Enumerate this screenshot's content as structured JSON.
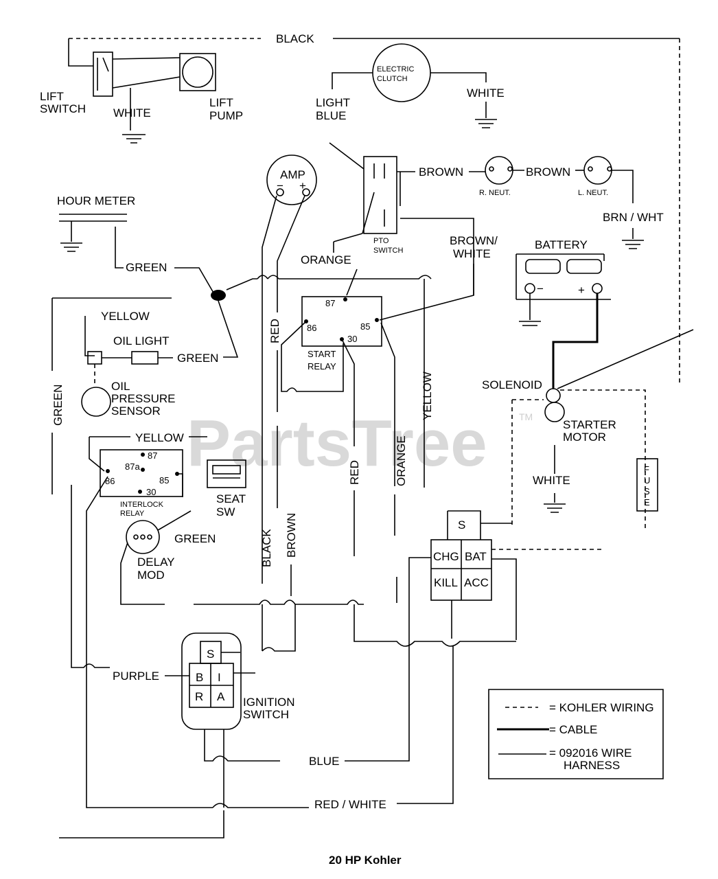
{
  "watermark": "PartsTree",
  "trademark": "TM",
  "caption": "20 HP Kohler",
  "wires": {
    "black_top": "BLACK",
    "white_lift": "WHITE",
    "light_blue_1": "LIGHT",
    "light_blue_2": "BLUE",
    "white_clutch": "WHITE",
    "brown_1": "BROWN",
    "brown_2": "BROWN",
    "brn_wht": "BRN / WHT",
    "brown_white_1": "BROWN/",
    "brown_white_2": "WHITE",
    "orange_top": "ORANGE",
    "green_hour": "GREEN",
    "yellow_oil": "YELLOW",
    "green_oil": "GREEN",
    "green_left": "GREEN",
    "red_mid": "RED",
    "yellow_right": "YELLOW",
    "yellow_relay": "YELLOW",
    "red_lower": "RED",
    "orange_lower": "ORANGE",
    "black_lower": "BLACK",
    "brown_lower": "BROWN",
    "green_delay": "GREEN",
    "white_starter": "WHITE",
    "purple": "PURPLE",
    "blue": "BLUE",
    "red_white": "RED / WHITE"
  },
  "components": {
    "lift_switch_1": "LIFT",
    "lift_switch_2": "SWITCH",
    "lift_pump_1": "LIFT",
    "lift_pump_2": "PUMP",
    "electric_clutch_1": "ELECTRIC",
    "electric_clutch_2": "CLUTCH",
    "amp": "AMP",
    "amp_minus": "−",
    "amp_plus": "+",
    "hour_meter": "HOUR METER",
    "r_neut": "R. NEUT.",
    "l_neut": "L. NEUT.",
    "pto_switch_1": "PTO",
    "pto_switch_2": "SWITCH",
    "battery": "BATTERY",
    "battery_minus": "−",
    "battery_plus": "+",
    "oil_light": "OIL LIGHT",
    "oil_sensor_1": "OIL",
    "oil_sensor_2": "PRESSURE",
    "oil_sensor_3": "SENSOR",
    "start_relay_1": "START",
    "start_relay_2": "RELAY",
    "start_relay_pins": [
      "87",
      "86",
      "85",
      "30"
    ],
    "solenoid": "SOLENOID",
    "starter_motor_1": "STARTER",
    "starter_motor_2": "MOTOR",
    "fuse_letters": [
      "F",
      "U",
      "S",
      "E"
    ],
    "interlock_relay_1": "INTERLOCK",
    "interlock_relay_2": "RELAY",
    "interlock_relay_pins": [
      "87",
      "87a",
      "86",
      "85",
      "30"
    ],
    "seat_sw_1": "SEAT",
    "seat_sw_2": "SW",
    "delay_mod_1": "DELAY",
    "delay_mod_2": "MOD",
    "regulator_terminals": [
      "S",
      "CHG",
      "BAT",
      "KILL",
      "ACC"
    ],
    "ignition_terminals": [
      "S",
      "B",
      "I",
      "R",
      "A"
    ],
    "ignition_switch_1": "IGNITION",
    "ignition_switch_2": "SWITCH"
  },
  "legend": {
    "kohler": "= KOHLER WIRING",
    "cable": "= CABLE",
    "harness_1": "= 092016 WIRE",
    "harness_2": "HARNESS"
  }
}
